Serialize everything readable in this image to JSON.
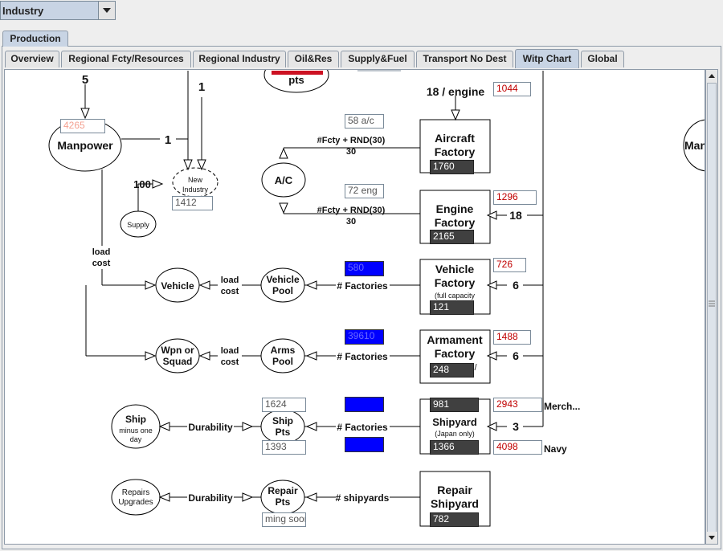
{
  "dropdown": {
    "value": "Industry"
  },
  "top_tab": {
    "label": "Production"
  },
  "tabs": [
    {
      "label": "Overview"
    },
    {
      "label": "Regional Fcty/Resources"
    },
    {
      "label": "Regional Industry"
    },
    {
      "label": "Oil&Res"
    },
    {
      "label": "Supply&Fuel"
    },
    {
      "label": "Transport No Dest"
    },
    {
      "label": "Witp Chart"
    },
    {
      "label": "Global"
    }
  ],
  "active_tab": "Witp Chart",
  "chart": {
    "nodes": {
      "manpower": "Manpower",
      "new_industry_1": "New",
      "new_industry_2": "Industry",
      "supply": "Supply",
      "ac": "A/C",
      "vehicle": "Vehicle",
      "vehicle_pool_1": "Vehicle",
      "vehicle_pool_2": "Pool",
      "wpn_1": "Wpn or",
      "wpn_2": "Squad",
      "arms_pool_1": "Arms",
      "arms_pool_2": "Pool",
      "ship_1": "Ship",
      "ship_2": "minus one",
      "ship_3": "day",
      "ship_pts_1": "Ship",
      "ship_pts_2": "Pts",
      "repairs_1": "Repairs",
      "repairs_2": "Upgrades",
      "repair_pts_1": "Repair",
      "repair_pts_2": "Pts",
      "pts_top": "pts",
      "man_partial": "Man"
    },
    "factories": {
      "aircraft_1": "Aircraft",
      "aircraft_2": "Factory",
      "engine_1": "Engine",
      "engine_2": "Factory",
      "vehicle_1": "Vehicle",
      "vehicle_2": "Factory",
      "vehicle_3": "(full capacity",
      "armament_1": "Armament",
      "armament_2": "Factory",
      "shipyard_1": "Shipyard",
      "shipyard_2": "(Japan only)",
      "repair_1": "Repair",
      "repair_2": "Shipyard"
    },
    "labels": {
      "top_5": "5",
      "top_1": "1",
      "mp_1": "1",
      "supply_100": "100",
      "engine_per": "18 / engine",
      "fcty_rnd_1": "#Fcty + RND(30)",
      "fcty_30_1": "30",
      "fcty_rnd_2": "#Fcty + RND(30)",
      "fcty_30_2": "30",
      "load_cost_a1": "load",
      "load_cost_a2": "cost",
      "load_cost_b1": "load",
      "load_cost_b2": "cost",
      "load_cost_c1": "load",
      "load_cost_c2": "cost",
      "factories_1": "# Factories",
      "factories_2": "# Factories",
      "factories_3": "# Factories",
      "shipyards": "# shipyards",
      "durability_1": "Durability",
      "durability_2": "Durability",
      "n18": "18",
      "n6a": "6",
      "n6b": "6",
      "n3": "3",
      "merch": "Merch...",
      "navy": "Navy",
      "slash": "/"
    },
    "values": {
      "manpower_val": "4265",
      "new_industry_val": "1412",
      "ac_box": "58 a/c",
      "eng_box": "72 eng",
      "engine_red": "1044",
      "aircraft_fac": "1760",
      "engine_red2": "1296",
      "engine_fac": "2165",
      "vehicle_blue": "580",
      "vehicle_red": "726",
      "vehicle_fac": "121",
      "arms_blue": "39610",
      "arms_red": "1488",
      "arms_fac": "248",
      "ship_top": "1624",
      "ship_bottom": "1393",
      "ship_blue1": "",
      "ship_blue2": "",
      "shipyard_top": "981",
      "merch_red": "2943",
      "shipyard_bottom": "1366",
      "navy_red": "4098",
      "repair_soon": "ming soon",
      "repair_fac": "782"
    }
  },
  "colors": {
    "tab_active": "#c8d4e4",
    "dark_box": "#404040",
    "blue_box": "#0000ff",
    "red_text": "#c00000",
    "top_bar_red": "#cc1122"
  }
}
